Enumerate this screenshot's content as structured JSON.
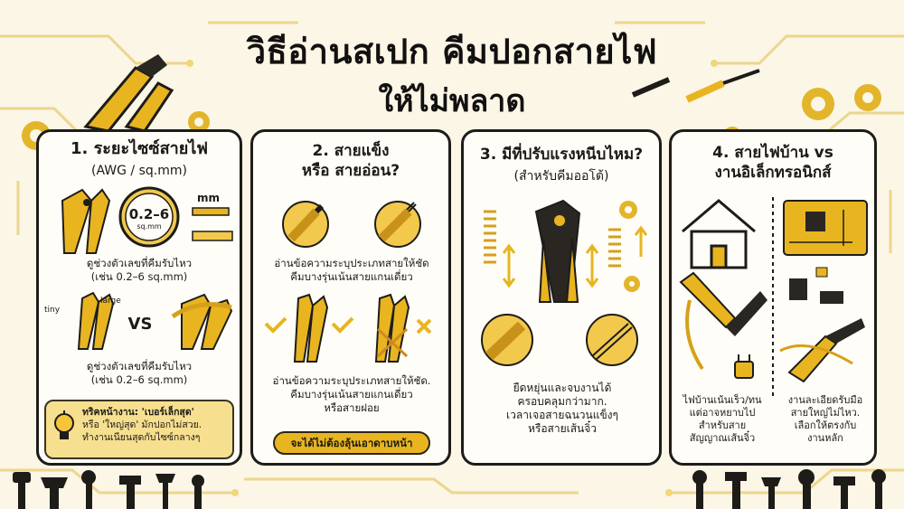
{
  "title": {
    "line1": "วิธีอ่านสเปก คีมปอกสายไฟ",
    "line2": "ให้ไม่พลาด"
  },
  "panels": [
    {
      "heading": "1. ระยะไซซ์สายไฟ",
      "subheading": "(AWG / sq.mm)",
      "dial_value": "0.2–6",
      "dial_unit": "sq.mm",
      "unit_label": "mm",
      "text1": [
        "ดูช่วงตัวเลขที่คีมรับไหว",
        "(เช่น 0.2–6 sq.mm)"
      ],
      "label_tiny": "tiny",
      "label_large": "large",
      "vs": "VS",
      "text2": [
        "ดูช่วงตัวเลขที่คีมรับไหว",
        "(เช่น 0.2–6 sq.mm)"
      ],
      "tip": [
        "ทริคหน้างาน: 'เบอร์เล็กสุด'",
        "หรือ 'ใหญ่สุด' มักปอกไม่สวย.",
        "ทำงานเนียนสุดกับไซซ์กลางๆ"
      ]
    },
    {
      "heading": [
        "2. สายแข็ง",
        "หรือ สายอ่อน?"
      ],
      "text1": [
        "อ่านข้อความระบุประเภทสายให้ชัด",
        "คีมบางรุ่นเน้นสายแกนเดี่ยว"
      ],
      "text2": [
        "อ่านข้อความระบุประเภทสายให้ชัด.",
        "คีมบางรุ่นเน้นสายแกนเดี่ยว",
        "หรือสายฝอย"
      ],
      "button": "จะได้ไม่ต้องลุ้นเอาดาบหน้า"
    },
    {
      "heading": "3. มีที่ปรับแรงหนีบไหม?",
      "subheading": "(สำหรับคีมออโต้)",
      "text": [
        "ยืดหยุ่นและจบงานได้",
        "ครอบคลุมกว่ามาก.",
        "เวลาเจอสายฉนวนแข็งๆ",
        "หรือสายเส้นจิ๋ว"
      ]
    },
    {
      "heading": [
        "4. สายไฟบ้าน vs",
        "งานอิเล็กทรอนิกส์"
      ],
      "text_left": [
        "ไฟบ้านเน้นเร็ว/ทน",
        "แต่อาจหยาบไป",
        "สำหรับสาย",
        "สัญญาณเส้นจิ๋ว"
      ],
      "text_right": [
        "งานละเอียดรับมือ",
        "สายใหญ่ไม่ไหว.",
        "เลือกให้ตรงกับ",
        "งานหลัก"
      ]
    }
  ],
  "colors": {
    "accent": "#e8b520",
    "dark": "#1e1c19",
    "background": "#fbf6e6",
    "panel": "#fffdf7"
  },
  "icons": [
    "gear-icon",
    "wire-stripper-icon",
    "house-icon",
    "lightbulb-icon",
    "spring-icon",
    "check-icon",
    "cross-icon",
    "circuit-board-icon",
    "plug-icon",
    "tool-silhouette-icon"
  ]
}
